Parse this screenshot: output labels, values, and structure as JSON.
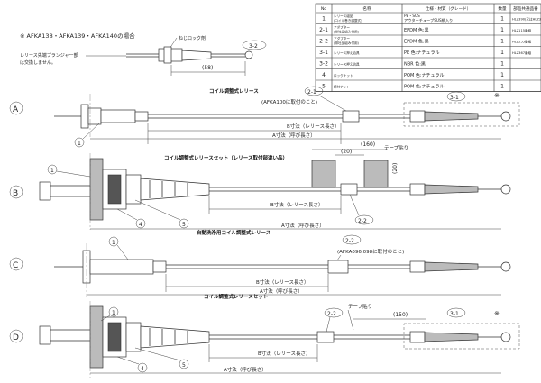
{
  "note": {
    "title": "※ AFKA138・AFKA139・AFKA140の場合",
    "nut_label": "ねじロック剤",
    "tip_text_1": "レリース先端プランジャー部",
    "tip_text_2": "は交換しません。",
    "dim_58": "(58)",
    "ref_32": "3-2"
  },
  "parts_table": {
    "headers": [
      "No",
      "名称",
      "仕様・材質（グレード）",
      "数量",
      "部品共通品番"
    ],
    "rows": [
      {
        "no": "1",
        "name": "レリース組品\n(コイル巻き調整式)",
        "spec": "PE・SUS\nアウターチューブSUS網入り",
        "qty": "1",
        "code": "HLZ390(又はHLZ391番級)"
      },
      {
        "no": "2-1",
        "name": "アダプター\n(排吐品組み付用)",
        "spec": "EPDM 色:黒",
        "qty": "1",
        "code": "HLZ115番級"
      },
      {
        "no": "2-2",
        "name": "アダプター\n(排吐品組み付用)",
        "spec": "EPDM 色:黒",
        "qty": "1",
        "code": "HLZ255番級"
      },
      {
        "no": "3-1",
        "name": "レリース押え治具",
        "spec": "PE 色:ナチュラル",
        "qty": "1",
        "code": "HLZ367番級"
      },
      {
        "no": "3-2",
        "name": "レリース押え治具",
        "spec": "NBR 色:黒",
        "qty": "1",
        "code": ""
      },
      {
        "no": "4",
        "name": "ロックナット",
        "spec": "POM 色:ナチュラル",
        "qty": "1",
        "code": ""
      },
      {
        "no": "5",
        "name": "締付ナット",
        "spec": "POM 色:ナチュラル",
        "qty": "1",
        "code": ""
      }
    ]
  },
  "views": [
    {
      "letter": "A",
      "title": "コイル調整式レリース",
      "callout_21": "2-1",
      "note": "(AFKA100に取付のこと)",
      "callout_31": "3-1",
      "balloon": "1",
      "dim_b": "B寸法（レリース長さ）",
      "dim_a": "A寸法（呼び長さ）",
      "star": "※"
    },
    {
      "letter": "B",
      "title": "コイル調整式レリースセット（レリース取付部違い品）",
      "dim_160": "(160)",
      "dim_20a": "(20)",
      "dim_20b": "(20)",
      "tape": "テープ貼り",
      "callout_22": "2-2",
      "balloons": [
        "1",
        "4",
        "5"
      ],
      "dim_b": "B寸法（レリース長さ）",
      "dim_a": "A寸法（呼び長さ）"
    },
    {
      "letter": "C",
      "title": "自動洗浄用コイル調整式レリース",
      "callout_22": "2-2",
      "note": "(AFKA096,098に取付のこと)",
      "balloon": "1",
      "dim_b": "B寸法（レリース長さ）",
      "dim_a": "A寸法（呼び長さ）"
    },
    {
      "letter": "D",
      "title": "コイル調整式レリースセット",
      "tape": "テープ貼り",
      "dim_150": "(150)",
      "callout_22": "2-2",
      "callout_31": "3-1",
      "star": "※",
      "balloons": [
        "1",
        "4",
        "5"
      ],
      "dim_b": "B寸法（レリース長さ）",
      "dim_a": "A寸法（呼び長さ）"
    }
  ]
}
